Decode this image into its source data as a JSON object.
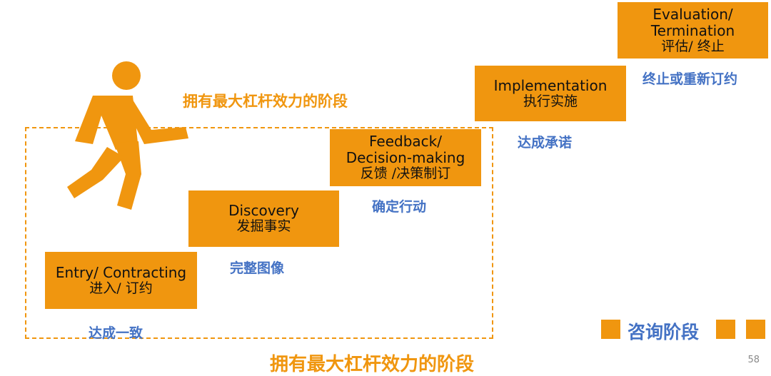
{
  "steps": [
    {
      "id": "entry",
      "en": "Entry/ Contracting",
      "zh": "进入/ 订约",
      "outcome": "达成一致"
    },
    {
      "id": "discovery",
      "en": "Discovery",
      "zh": "发掘事实",
      "outcome": "完整图像"
    },
    {
      "id": "feedback",
      "en_line1": "Feedback/",
      "en_line2": "Decision-making",
      "zh": "反馈 /决策制订",
      "outcome": "确定行动"
    },
    {
      "id": "implementation",
      "en": "Implementation",
      "zh": "执行实施",
      "outcome": "达成承诺"
    },
    {
      "id": "evaluation",
      "en_line1": "Evaluation/",
      "en_line2": "Termination",
      "zh": "评估/ 终止",
      "outcome": "终止或重新订约"
    }
  ],
  "leverage_label_top": "拥有最大杠杆效力的阶段",
  "leverage_label_bottom": "拥有最大杠杆效力的阶段",
  "legend": {
    "label": "咨询阶段"
  },
  "page_number": "58",
  "colors": {
    "orange": "#F0960F",
    "blue": "#4472C4",
    "text_dark": "#111111"
  },
  "icons": {
    "runner": "running-person-icon"
  }
}
